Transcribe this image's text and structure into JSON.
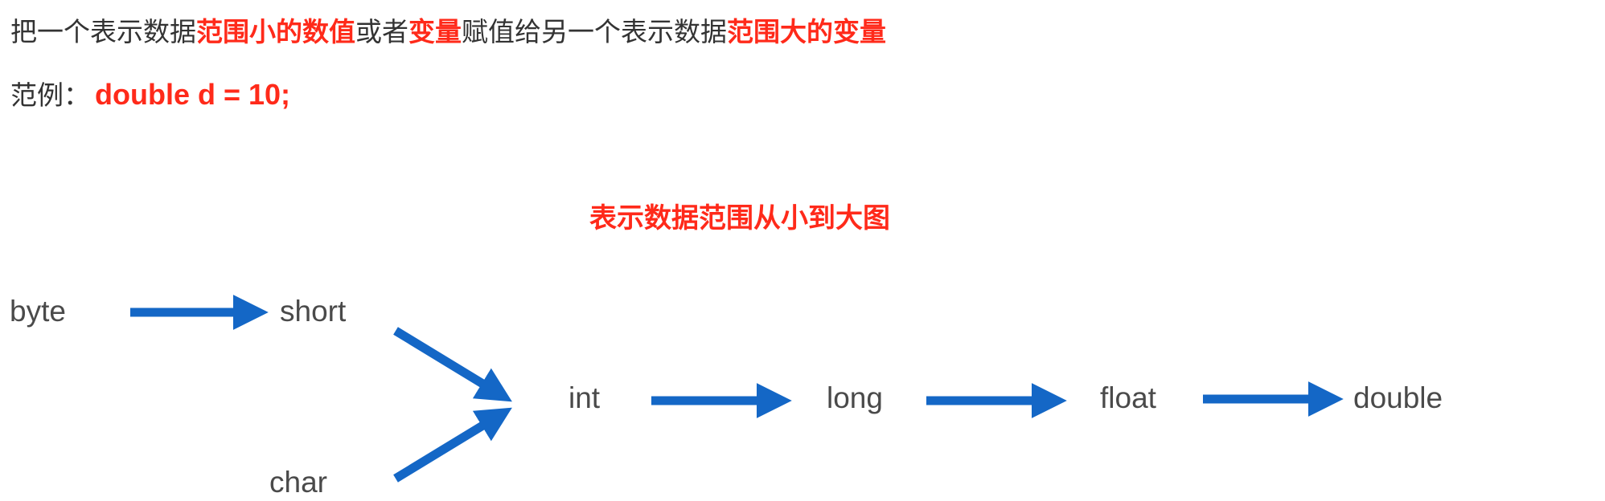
{
  "intro": {
    "seg1": "把一个表示数据",
    "seg2": "范围小的数值",
    "seg3": "或者",
    "seg4": "变量",
    "seg5": "赋值给另一个表示数据",
    "seg6": "范围大的变量"
  },
  "example": {
    "label": "范例：",
    "code": "double d = 10;"
  },
  "diagram": {
    "title": "表示数据范围从小到大图",
    "nodes": {
      "byte": "byte",
      "short": "short",
      "char": "char",
      "int": "int",
      "long": "long",
      "float": "float",
      "double": "double"
    },
    "edges": [
      [
        "byte",
        "short"
      ],
      [
        "short",
        "int"
      ],
      [
        "char",
        "int"
      ],
      [
        "int",
        "long"
      ],
      [
        "long",
        "float"
      ],
      [
        "float",
        "double"
      ]
    ]
  },
  "colors": {
    "highlight": "#ff2a1a",
    "arrow": "#1467c6",
    "text": "#333333"
  }
}
